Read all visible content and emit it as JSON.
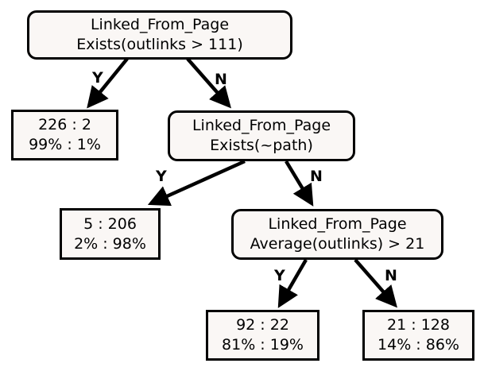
{
  "tree": {
    "root": {
      "line1": "Linked_From_Page",
      "line2": "Exists(outlinks > 111)"
    },
    "leaf_a": {
      "counts": "226 : 2",
      "pcts": "99% : 1%"
    },
    "split_b": {
      "line1": "Linked_From_Page",
      "line2": "Exists(~path)"
    },
    "leaf_c": {
      "counts": "5 : 206",
      "pcts": "2% : 98%"
    },
    "split_d": {
      "line1": "Linked_From_Page",
      "line2": "Average(outlinks) > 21"
    },
    "leaf_e": {
      "counts": "92 : 22",
      "pcts": "81% : 19%"
    },
    "leaf_f": {
      "counts": "21 : 128",
      "pcts": "14% : 86%"
    }
  },
  "edge_labels": {
    "yes": "Y",
    "no": "N"
  }
}
